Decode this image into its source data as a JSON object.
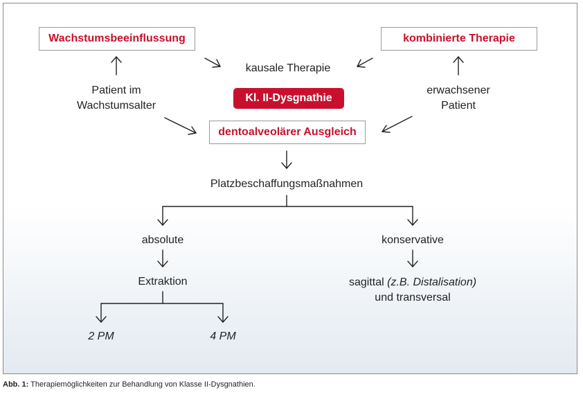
{
  "nodes": {
    "growth_influence": "Wachstumsbeeinflussung",
    "combined_therapy": "kombinierte Therapie",
    "causal_therapy": "kausale Therapie",
    "patient_growth_line1": "Patient im",
    "patient_growth_line2": "Wachstumsalter",
    "class2": "Kl. II-Dysgnathie",
    "adult_line1": "erwachsener",
    "adult_line2": "Patient",
    "dentoalveolar": "dentoalveolärer Ausgleich",
    "space_gain": "Platzbeschaffungsmaßnahmen",
    "absolute": "absolute",
    "conservative": "konservative",
    "extraction": "Extraktion",
    "sagittal": "sagittal",
    "sagittal_example": "(z.B. Distalisation)",
    "transversal": "und transversal",
    "pm2": "2 PM",
    "pm4": "4 PM"
  },
  "caption": {
    "label": "Abb. 1:",
    "text": "Therapiemöglichkeiten zur Behandlung von Klasse II-Dysgnathien."
  },
  "colors": {
    "accent": "#c8102e",
    "line": "#222222",
    "box_border": "#9a9a9a"
  }
}
